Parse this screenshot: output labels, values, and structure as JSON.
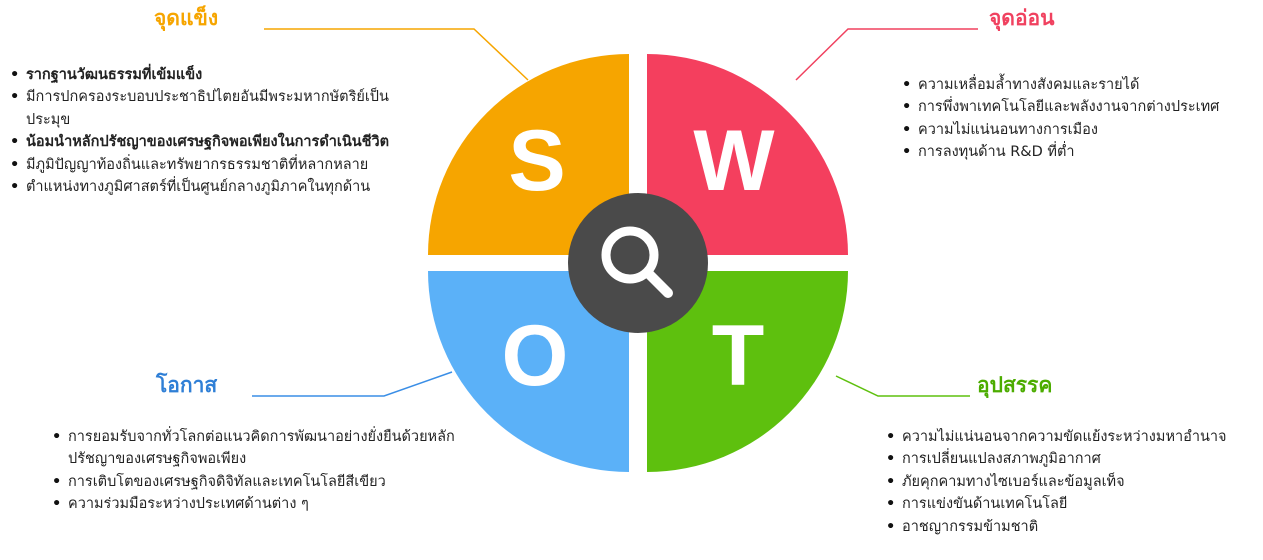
{
  "colors": {
    "strengths": "#f6a500",
    "weaknesses": "#f43f5e",
    "opportunities": "#5bb1f8",
    "threats": "#5ec00e",
    "center": "#4a4a4a",
    "letter": "#ffffff"
  },
  "center_icon": "magnifier-icon",
  "quadrants": {
    "strengths": {
      "letter": "S",
      "heading": "จุดแข็ง",
      "items": [
        {
          "text": "รากฐานวัฒนธรรมที่เข้มแข็ง",
          "bold": true
        },
        {
          "text": "มีการปกครองระบอบประชาธิปไตยอันมีพระมหากษัตริย์เป็นประมุข",
          "bold": false
        },
        {
          "text": "น้อมนำหลักปรัชญาของเศรษฐกิจพอเพียงในการดำเนินชีวิต",
          "bold": true
        },
        {
          "text": "มีภูมิปัญญาท้องถิ่นและทรัพยากรธรรมชาติที่หลากหลาย",
          "bold": false
        },
        {
          "text": "ตำแหน่งทางภูมิศาสตร์ที่เป็นศูนย์กลางภูมิภาคในทุกด้าน",
          "bold": false
        }
      ]
    },
    "weaknesses": {
      "letter": "W",
      "heading": "จุดอ่อน",
      "items": [
        {
          "text": "ความเหลื่อมล้ำทางสังคมและรายได้",
          "bold": false
        },
        {
          "text": "การพึ่งพาเทคโนโลยีและพลังงานจากต่างประเทศ",
          "bold": false
        },
        {
          "text": "ความไม่แน่นอนทางการเมือง",
          "bold": false
        },
        {
          "text": "การลงทุนด้าน R&D ที่ต่ำ",
          "bold": false
        }
      ]
    },
    "opportunities": {
      "letter": "O",
      "heading": "โอกาส",
      "items": [
        {
          "text": "การยอมรับจากทั่วโลกต่อแนวคิดการพัฒนาอย่างยั่งยืนด้วยหลักปรัชญาของเศรษฐกิจพอเพียง",
          "bold": false
        },
        {
          "text": "การเติบโตของเศรษฐกิจดิจิทัลและเทคโนโลยีสีเขียว",
          "bold": false
        },
        {
          "text": "ความร่วมมือระหว่างประเทศด้านต่าง ๆ",
          "bold": false
        }
      ]
    },
    "threats": {
      "letter": "T",
      "heading": "อุปสรรค",
      "items": [
        {
          "text": "ความไม่แน่นอนจากความขัดแย้งระหว่างมหาอำนาจ",
          "bold": false
        },
        {
          "text": "การเปลี่ยนแปลงสภาพภูมิอากาศ",
          "bold": false
        },
        {
          "text": "ภัยคุกคามทางไซเบอร์และข้อมูลเท็จ",
          "bold": false
        },
        {
          "text": "การแข่งขันด้านเทคโนโลยี",
          "bold": false
        },
        {
          "text": "อาชญากรรมข้ามชาติ",
          "bold": false
        }
      ]
    }
  }
}
